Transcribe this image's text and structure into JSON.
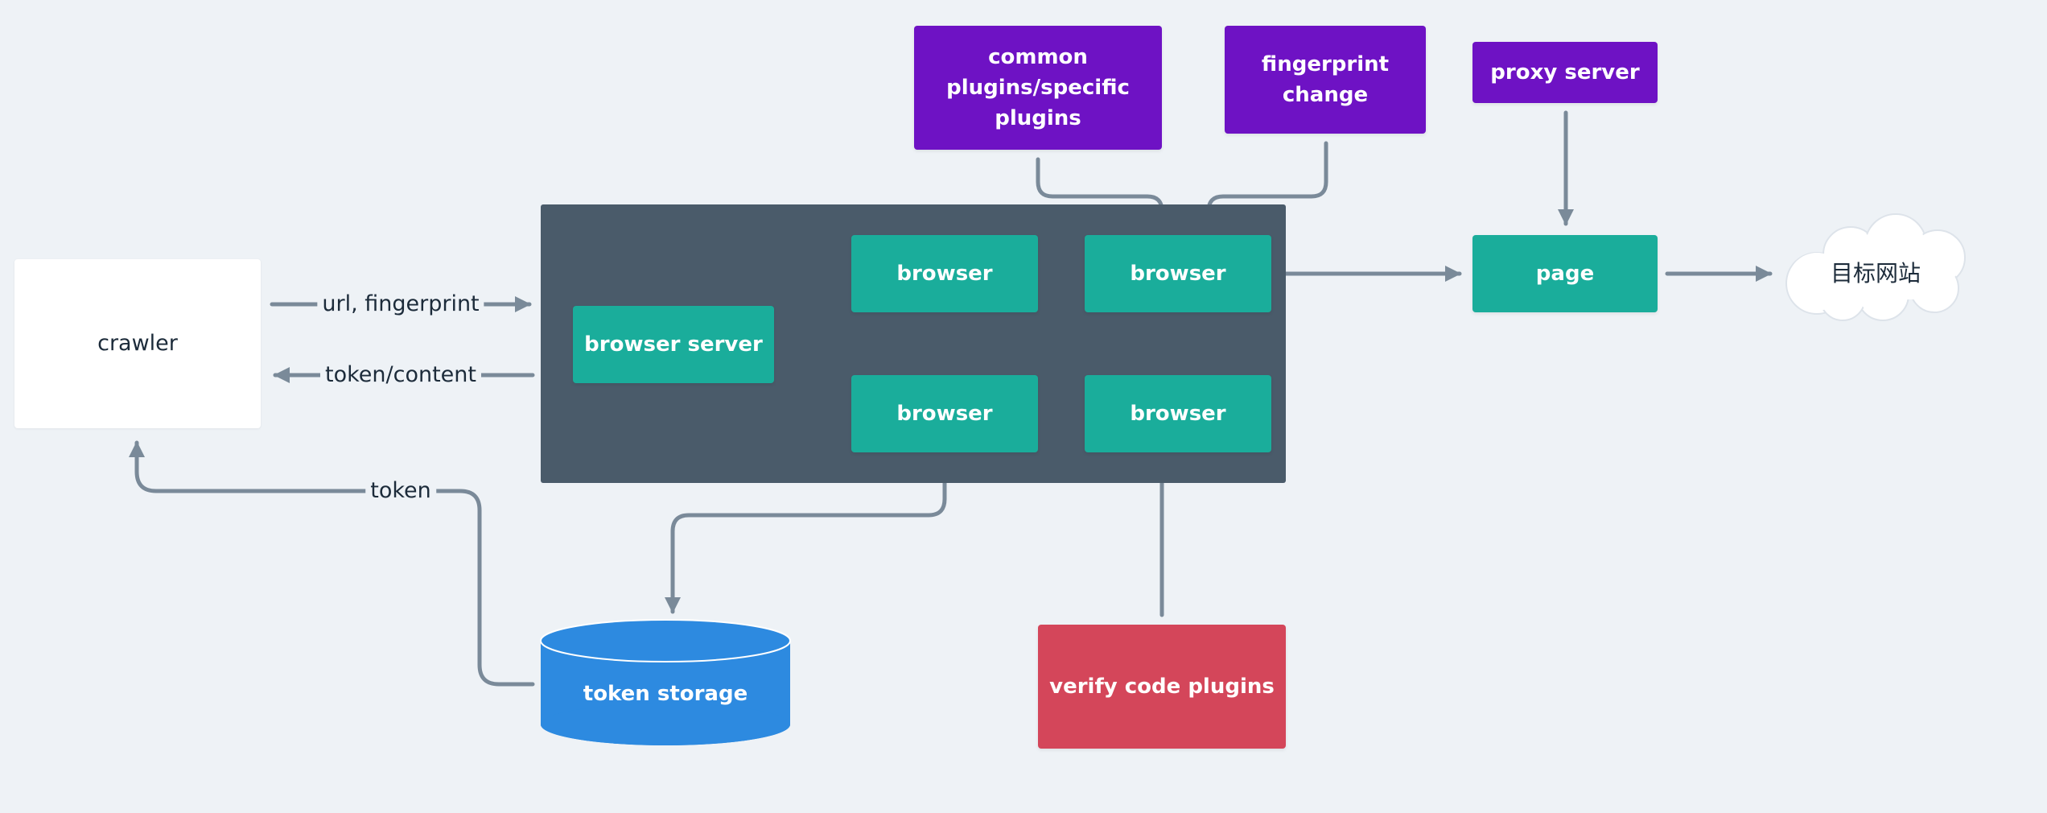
{
  "nodes": {
    "crawler": "crawler",
    "browser_server": "browser server",
    "browser_top_left": "browser",
    "browser_top_right": "browser",
    "browser_bottom_left": "browser",
    "browser_bottom_right": "browser",
    "common_plugins": "common plugins/specific plugins",
    "fingerprint_change": "fingerprint change",
    "proxy_server": "proxy server",
    "page": "page",
    "target_site": "目标网站",
    "token_storage": "token storage",
    "verify_code_plugins": "verify code plugins"
  },
  "edge_labels": {
    "request": "url, fingerprint",
    "response": "token/content",
    "token": "token"
  },
  "colors": {
    "background": "#eef2f6",
    "container": "#4a5b6a",
    "browser_node": "#1aad9b",
    "plugin_node": "#6e12c4",
    "verify_node": "#d4465a",
    "storage_node": "#2d8ae0",
    "arrow": "#7a8a99"
  }
}
